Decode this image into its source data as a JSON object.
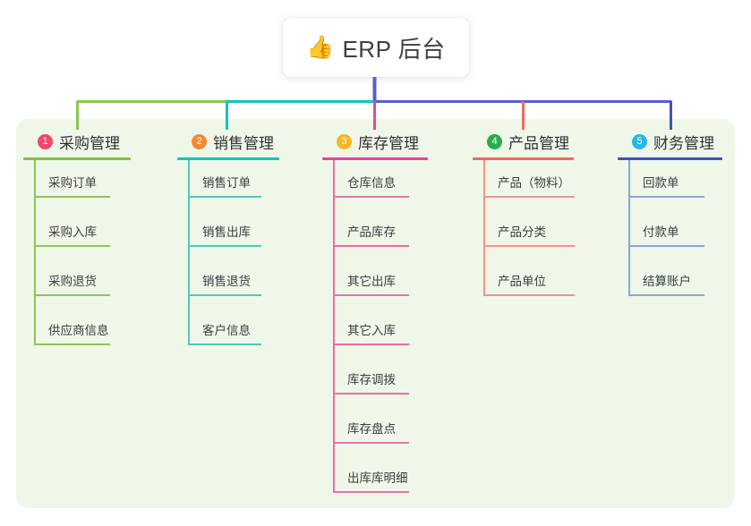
{
  "diagram": {
    "type": "mind-map",
    "title": {
      "icon": "thumbs-up-icon",
      "emoji": "👍",
      "text": "ERP 后台"
    },
    "panel_color": "#eef7e8",
    "trunk_color": "#5b5fc7",
    "columns": [
      {
        "number": "1",
        "label": "采购管理",
        "badge_color": "#f2486a",
        "rule_color": "#7fc24a",
        "line_color": "#8cc654",
        "items": [
          {
            "label": "采购订单"
          },
          {
            "label": "采购入库"
          },
          {
            "label": "采购退货"
          },
          {
            "label": "供应商信息"
          }
        ]
      },
      {
        "number": "2",
        "label": "销售管理",
        "badge_color": "#f58a33",
        "rule_color": "#16c3ba",
        "line_color": "#4ec8bf",
        "items": [
          {
            "label": "销售订单"
          },
          {
            "label": "销售出库"
          },
          {
            "label": "销售退货"
          },
          {
            "label": "客户信息"
          }
        ]
      },
      {
        "number": "3",
        "label": "库存管理",
        "badge_color": "#f5b722",
        "rule_color": "#e3469a",
        "line_color": "#e86fae",
        "items": [
          {
            "label": "仓库信息"
          },
          {
            "label": "产品库存"
          },
          {
            "label": "其它出库"
          },
          {
            "label": "其它入库"
          },
          {
            "label": "库存调拨"
          },
          {
            "label": "库存盘点"
          },
          {
            "label": "出库库明细"
          }
        ]
      },
      {
        "number": "4",
        "label": "产品管理",
        "badge_color": "#27ae4a",
        "rule_color": "#f4685f",
        "line_color": "#f4938d",
        "items": [
          {
            "label": "产品（物料）"
          },
          {
            "label": "产品分类"
          },
          {
            "label": "产品单位"
          }
        ]
      },
      {
        "number": "5",
        "label": "财务管理",
        "badge_color": "#29b6e8",
        "rule_color": "#3d56b2",
        "line_color": "#8ba4dd",
        "items": [
          {
            "label": "回款单"
          },
          {
            "label": "付款单"
          },
          {
            "label": "结算账户"
          }
        ]
      }
    ]
  }
}
